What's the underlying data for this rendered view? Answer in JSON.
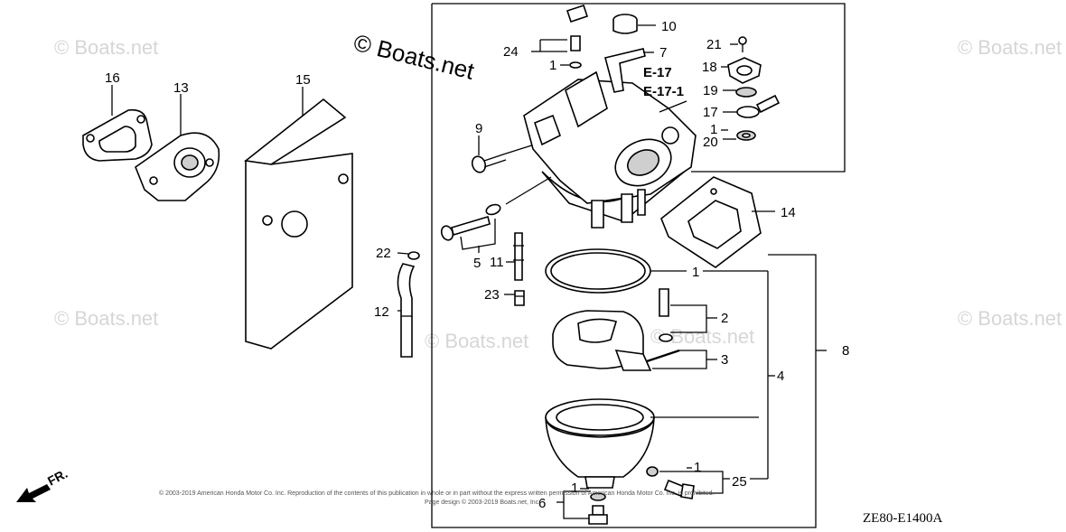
{
  "watermark": {
    "main": "© Boats.net",
    "faint": "© Boats.net"
  },
  "refs": {
    "e17": "E-17",
    "e17_1": "E-17-1"
  },
  "diagram_code": "ZE80-E1400A",
  "front_label": "FR.",
  "copyright": [
    "© 2003-2019 American Honda Motor Co. Inc. Reproduction of the contents of this publication in whole or in part without the express written permission of American Honda Motor Co. Inc. is prohibited.",
    "Page design © 2003-2019 Boats.net, Inc."
  ],
  "callouts": {
    "n1a": "1",
    "n1b": "1",
    "n1c": "1",
    "n1d": "1",
    "n1e": "1",
    "n2": "2",
    "n3": "3",
    "n4": "4",
    "n5": "5",
    "n6": "6",
    "n7": "7",
    "n8": "8",
    "n9": "9",
    "n10": "10",
    "n11": "11",
    "n12": "12",
    "n13": "13",
    "n14": "14",
    "n15": "15",
    "n16": "16",
    "n17": "17",
    "n18": "18",
    "n19": "19",
    "n20": "20",
    "n21": "21",
    "n22": "22",
    "n23": "23",
    "n24": "24",
    "n25": "25"
  }
}
